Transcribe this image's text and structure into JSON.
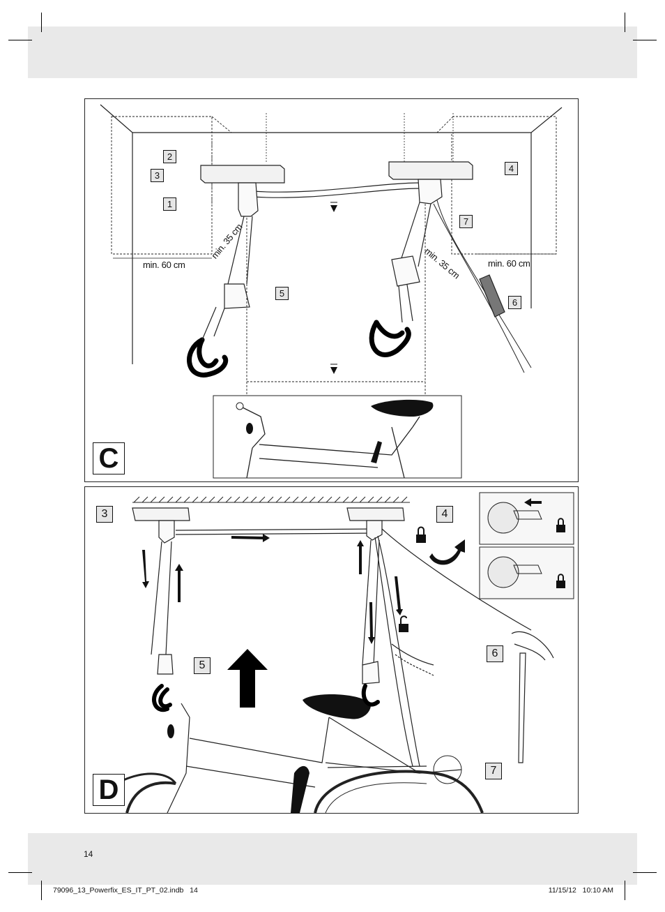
{
  "panels": {
    "C": {
      "letter": "C",
      "callouts": [
        "1",
        "2",
        "3",
        "4",
        "5",
        "6",
        "7"
      ],
      "dimensions": {
        "min_60_left": "min. 60 cm",
        "min_35_left": "min. 35 cm",
        "min_35_right": "min. 35 cm",
        "min_60_right": "min. 60 cm"
      }
    },
    "D": {
      "letter": "D",
      "callouts": [
        "3",
        "4",
        "5",
        "6",
        "7"
      ]
    }
  },
  "footer": {
    "page_number": "14",
    "file_name": "79096_13_Powerfix_ES_IT_PT_02.indb   14",
    "timestamp": "11/15/12   10:10 AM"
  },
  "icons": [
    "lock-closed-icon",
    "lock-open-icon",
    "arrow-up-icon",
    "arrow-curved-icon"
  ]
}
